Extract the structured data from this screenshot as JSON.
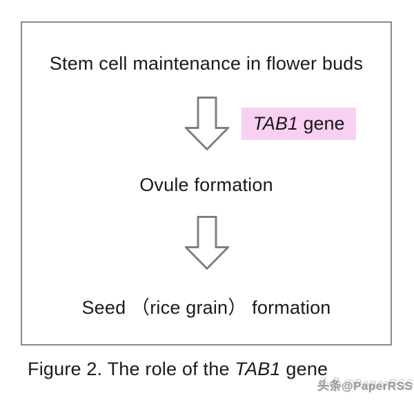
{
  "diagram": {
    "steps": [
      {
        "label": "Stem cell maintenance in flower buds"
      },
      {
        "label": "Ovule formation"
      },
      {
        "label": "Seed （rice grain） formation"
      }
    ],
    "gene_label": {
      "italic": "TAB1",
      "rest": " gene"
    },
    "colors": {
      "highlight_pink": "#f8d0f2",
      "arrow_gray": "#7f7f7f",
      "border_gray": "#8a8a8a",
      "text_black": "#1a1a1a"
    }
  },
  "caption": {
    "prefix": "Figure 2. The role of the ",
    "gene": "TAB1",
    "suffix": " gene"
  },
  "watermark": {
    "text": "头条@PaperRSS"
  }
}
